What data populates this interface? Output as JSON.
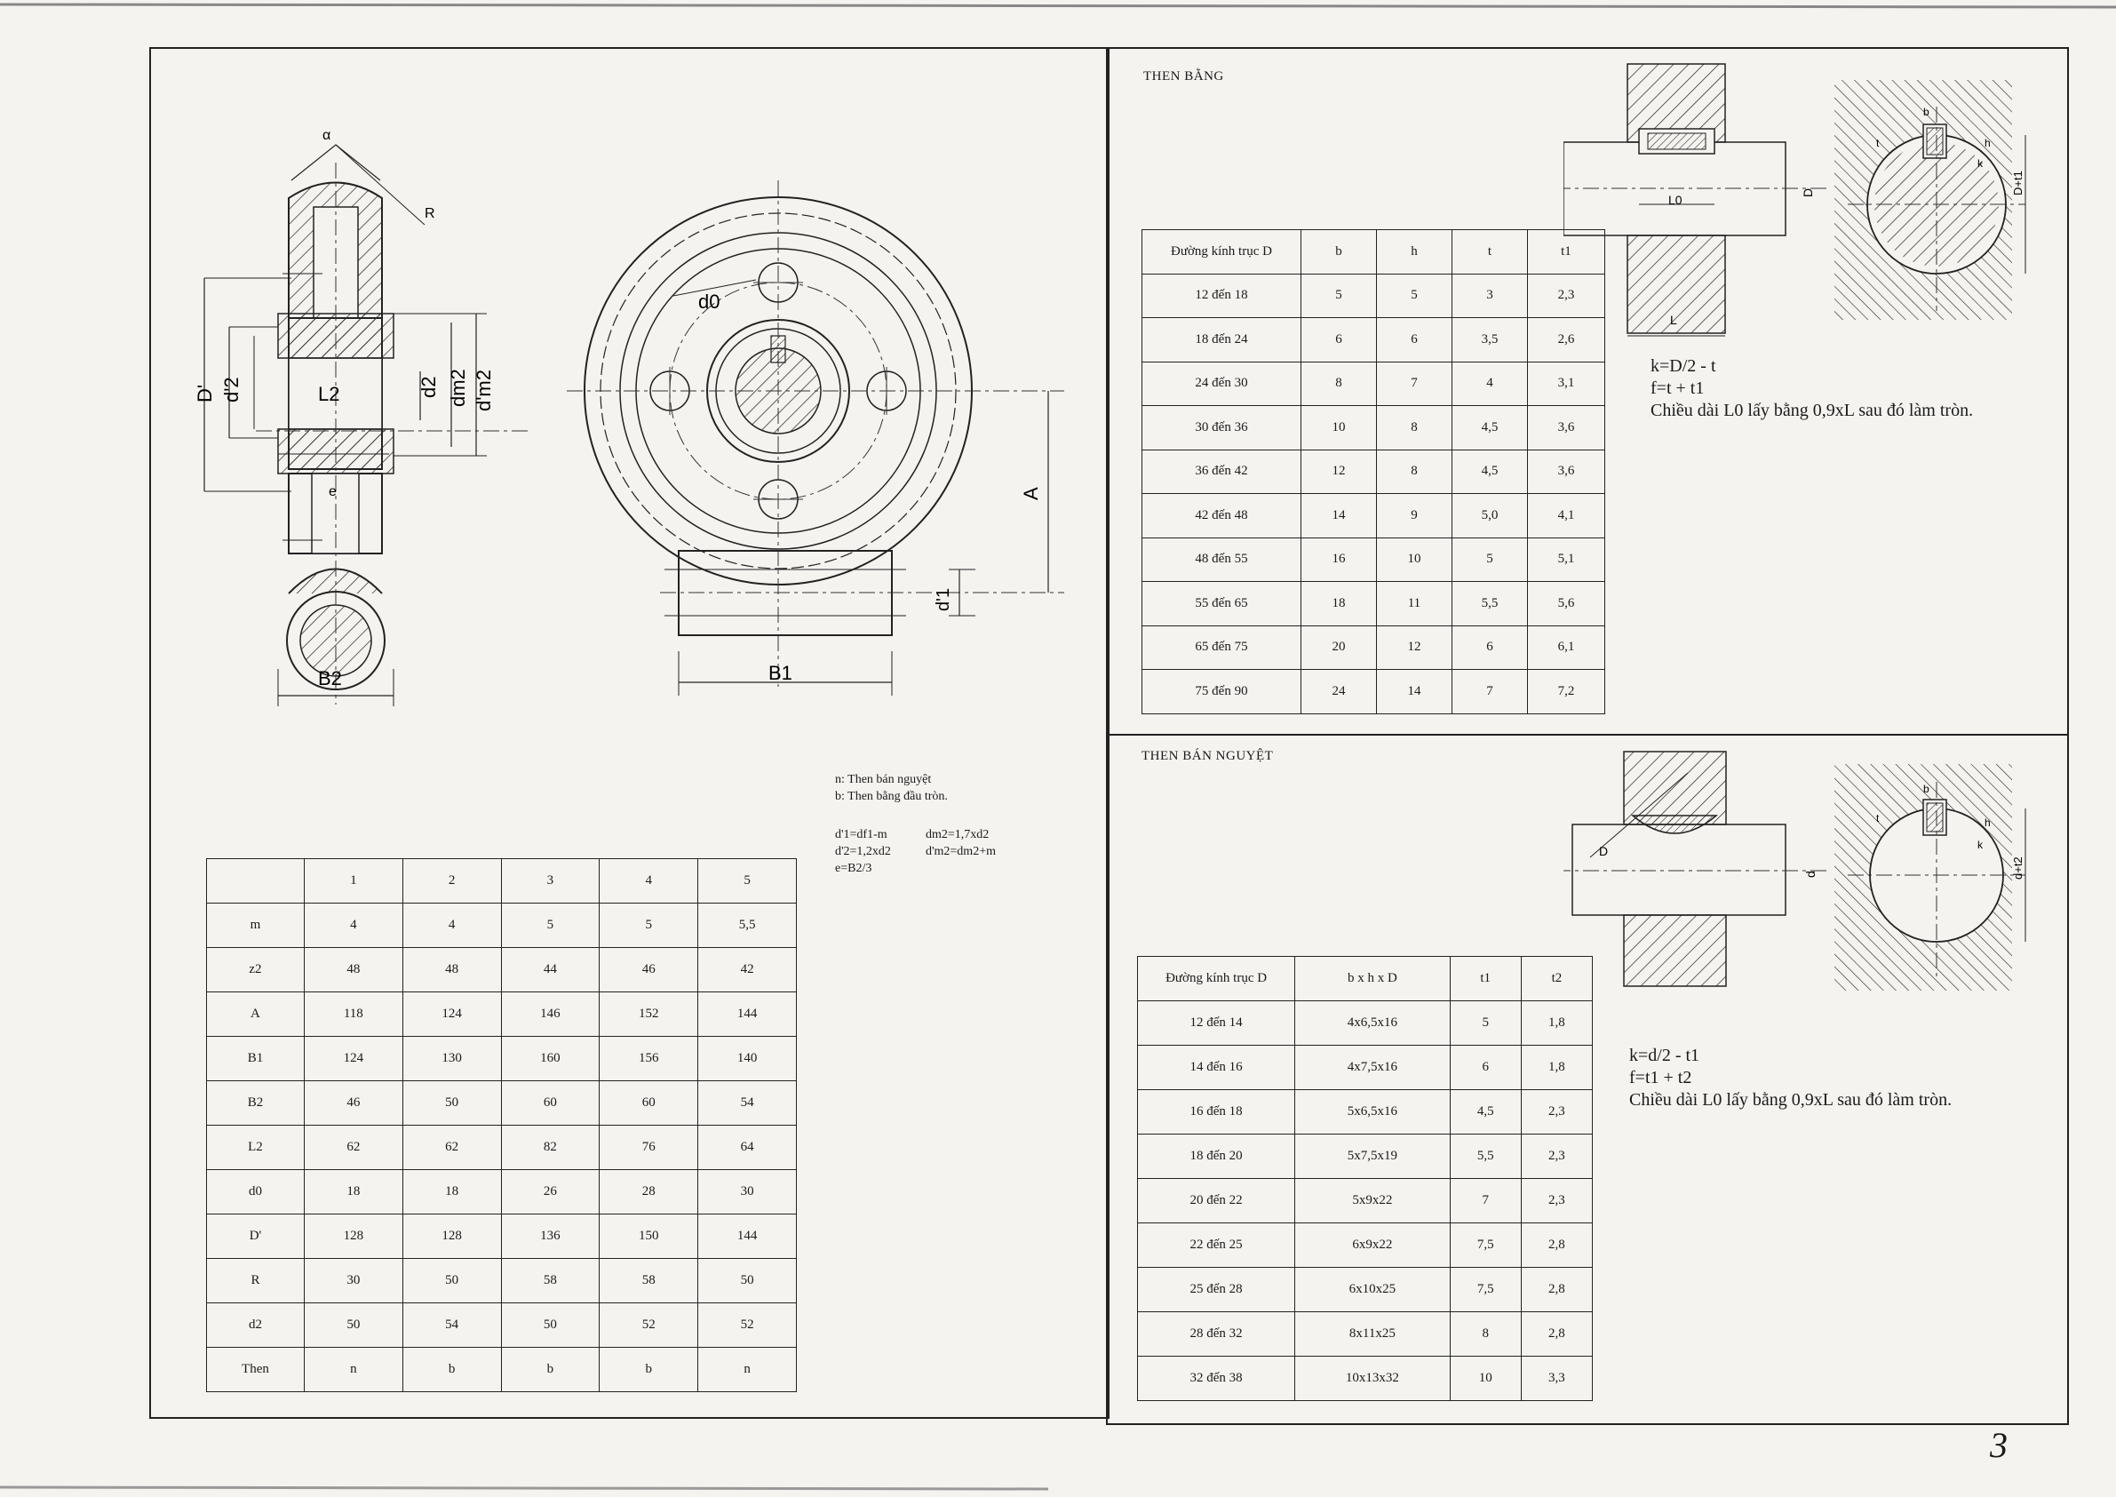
{
  "drawing_labels": {
    "alpha": "α",
    "R": "R",
    "D_prime": "D'",
    "d_prime2": "d'2",
    "L2": "L2",
    "d2": "d2",
    "dm2": "dm2",
    "d_prime_m2": "d'm2",
    "e": "e",
    "B2": "B2",
    "d0": "d0",
    "A": "A",
    "d_prime1": "d'1",
    "B1": "B1"
  },
  "notes": {
    "n_label": "n: Then bán nguyệt",
    "b_label": "b: Then bằng đầu tròn.",
    "f1": "d'1=df1-m",
    "f2": "d'2=1,2xd2",
    "f3": "e=B2/3",
    "f4": "dm2=1,7xd2",
    "f5": "d'm2=dm2+m"
  },
  "param_table": {
    "header": [
      "",
      "1",
      "2",
      "3",
      "4",
      "5"
    ],
    "rows": [
      [
        "m",
        "4",
        "4",
        "5",
        "5",
        "5,5"
      ],
      [
        "z2",
        "48",
        "48",
        "44",
        "46",
        "42"
      ],
      [
        "A",
        "118",
        "124",
        "146",
        "152",
        "144"
      ],
      [
        "B1",
        "124",
        "130",
        "160",
        "156",
        "140"
      ],
      [
        "B2",
        "46",
        "50",
        "60",
        "60",
        "54"
      ],
      [
        "L2",
        "62",
        "62",
        "82",
        "76",
        "64"
      ],
      [
        "d0",
        "18",
        "18",
        "26",
        "28",
        "30"
      ],
      [
        "D'",
        "128",
        "128",
        "136",
        "150",
        "144"
      ],
      [
        "R",
        "30",
        "50",
        "58",
        "58",
        "50"
      ],
      [
        "d2",
        "50",
        "54",
        "50",
        "52",
        "52"
      ],
      [
        "Then",
        "n",
        "b",
        "b",
        "b",
        "n"
      ]
    ]
  },
  "then_bang": {
    "title": "THEN BẰNG",
    "header": [
      "Đường kính trục D",
      "b",
      "h",
      "t",
      "t1"
    ],
    "rows": [
      [
        "12 đến 18",
        "5",
        "5",
        "3",
        "2,3"
      ],
      [
        "18 đến 24",
        "6",
        "6",
        "3,5",
        "2,6"
      ],
      [
        "24 đến 30",
        "8",
        "7",
        "4",
        "3,1"
      ],
      [
        "30 đến 36",
        "10",
        "8",
        "4,5",
        "3,6"
      ],
      [
        "36 đến 42",
        "12",
        "8",
        "4,5",
        "3,6"
      ],
      [
        "42 đến 48",
        "14",
        "9",
        "5,0",
        "4,1"
      ],
      [
        "48 đến 55",
        "16",
        "10",
        "5",
        "5,1"
      ],
      [
        "55 đến 65",
        "18",
        "11",
        "5,5",
        "5,6"
      ],
      [
        "65 đến 75",
        "20",
        "12",
        "6",
        "6,1"
      ],
      [
        "75 đến 90",
        "24",
        "14",
        "7",
        "7,2"
      ]
    ],
    "formula1": "k=D/2 - t",
    "formula2": "f=t + t1",
    "formula3": "Chiều dài L0 lấy bằng 0,9xL sau đó làm tròn.",
    "labels": {
      "L0": "L0",
      "L": "L",
      "D": "D",
      "b": "b",
      "h": "h",
      "t": "t",
      "k": "k",
      "Dt1": "D+t1"
    }
  },
  "then_ban_nguyet": {
    "title": "THEN BÁN NGUYỆT",
    "header": [
      "Đường kính trục D",
      "b x h x D",
      "t1",
      "t2"
    ],
    "rows": [
      [
        "12 đến 14",
        "4x6,5x16",
        "5",
        "1,8"
      ],
      [
        "14 đến 16",
        "4x7,5x16",
        "6",
        "1,8"
      ],
      [
        "16 đến 18",
        "5x6,5x16",
        "4,5",
        "2,3"
      ],
      [
        "18 đến 20",
        "5x7,5x19",
        "5,5",
        "2,3"
      ],
      [
        "20 đến 22",
        "5x9x22",
        "7",
        "2,3"
      ],
      [
        "22 đến 25",
        "6x9x22",
        "7,5",
        "2,8"
      ],
      [
        "25 đến 28",
        "6x10x25",
        "7,5",
        "2,8"
      ],
      [
        "28 đến 32",
        "8x11x25",
        "8",
        "2,8"
      ],
      [
        "32 đến 38",
        "10x13x32",
        "10",
        "3,3"
      ]
    ],
    "formula1": "k=d/2 - t1",
    "formula2": "f=t1 + t2",
    "formula3": "Chiều dài L0 lấy bằng 0,9xL sau đó làm tròn.",
    "labels": {
      "D": "D",
      "d": "d",
      "b": "b",
      "h": "h",
      "t": "t",
      "k": "k",
      "dt2": "d+t2"
    }
  },
  "page_number": "3"
}
